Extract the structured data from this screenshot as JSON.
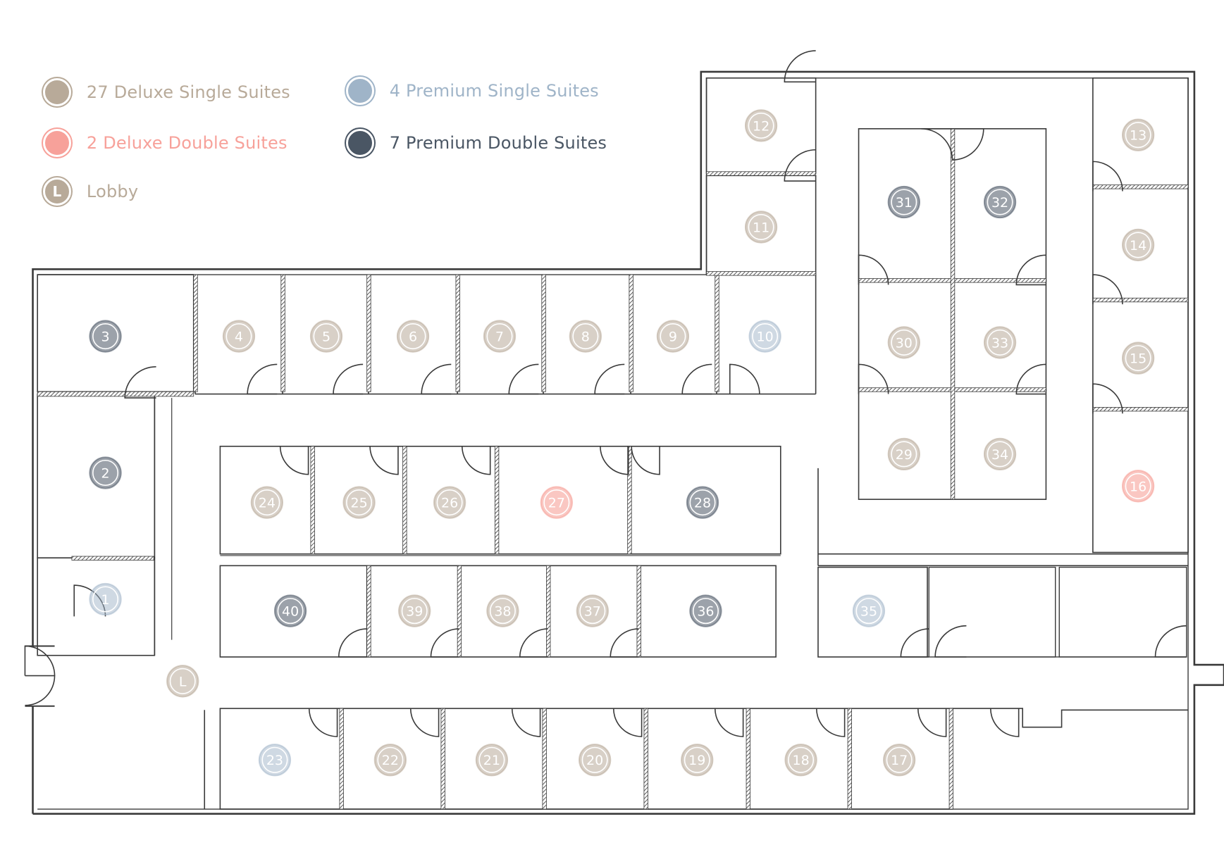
{
  "colors": {
    "deluxe_single": "#b8aa99",
    "deluxe_double": "#f7a19a",
    "premium_single": "#9fb4c8",
    "premium_double": "#4a5664",
    "lobby": "#b8aa99",
    "wall": "#3a3a3a",
    "hatch": "#6a6a6a"
  },
  "legend": [
    {
      "key": "deluxe_single",
      "label": "27 Deluxe Single Suites",
      "symbol": ""
    },
    {
      "key": "premium_single",
      "label": "4 Premium Single Suites",
      "symbol": ""
    },
    {
      "key": "deluxe_double",
      "label": "2 Deluxe Double Suites",
      "symbol": ""
    },
    {
      "key": "premium_double",
      "label": "7 Premium Double Suites",
      "symbol": ""
    },
    {
      "key": "lobby",
      "label": "Lobby",
      "symbol": "L"
    }
  ],
  "suites": [
    {
      "label": "1",
      "type": "premium_single"
    },
    {
      "label": "2",
      "type": "premium_double"
    },
    {
      "label": "3",
      "type": "premium_double"
    },
    {
      "label": "4",
      "type": "deluxe_single"
    },
    {
      "label": "5",
      "type": "deluxe_single"
    },
    {
      "label": "6",
      "type": "deluxe_single"
    },
    {
      "label": "7",
      "type": "deluxe_single"
    },
    {
      "label": "8",
      "type": "deluxe_single"
    },
    {
      "label": "9",
      "type": "deluxe_single"
    },
    {
      "label": "10",
      "type": "premium_single"
    },
    {
      "label": "11",
      "type": "deluxe_single"
    },
    {
      "label": "12",
      "type": "deluxe_single"
    },
    {
      "label": "13",
      "type": "deluxe_single"
    },
    {
      "label": "14",
      "type": "deluxe_single"
    },
    {
      "label": "15",
      "type": "deluxe_single"
    },
    {
      "label": "16",
      "type": "deluxe_double"
    },
    {
      "label": "17",
      "type": "deluxe_single"
    },
    {
      "label": "18",
      "type": "deluxe_single"
    },
    {
      "label": "19",
      "type": "deluxe_single"
    },
    {
      "label": "20",
      "type": "deluxe_single"
    },
    {
      "label": "21",
      "type": "deluxe_single"
    },
    {
      "label": "22",
      "type": "deluxe_single"
    },
    {
      "label": "23",
      "type": "premium_single"
    },
    {
      "label": "24",
      "type": "deluxe_single"
    },
    {
      "label": "25",
      "type": "deluxe_single"
    },
    {
      "label": "26",
      "type": "deluxe_single"
    },
    {
      "label": "27",
      "type": "deluxe_double"
    },
    {
      "label": "28",
      "type": "premium_double"
    },
    {
      "label": "29",
      "type": "deluxe_single"
    },
    {
      "label": "30",
      "type": "deluxe_single"
    },
    {
      "label": "31",
      "type": "premium_double"
    },
    {
      "label": "32",
      "type": "premium_double"
    },
    {
      "label": "33",
      "type": "deluxe_single"
    },
    {
      "label": "34",
      "type": "deluxe_single"
    },
    {
      "label": "35",
      "type": "premium_single"
    },
    {
      "label": "36",
      "type": "premium_double"
    },
    {
      "label": "37",
      "type": "deluxe_single"
    },
    {
      "label": "38",
      "type": "deluxe_single"
    },
    {
      "label": "39",
      "type": "deluxe_single"
    },
    {
      "label": "40",
      "type": "premium_double"
    },
    {
      "label": "L",
      "type": "lobby"
    }
  ]
}
